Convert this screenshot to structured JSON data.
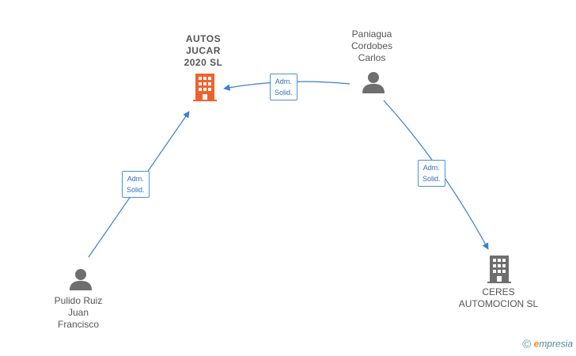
{
  "nodes": {
    "autos_jucar": {
      "label": "AUTOS\nJUCAR\n2020  SL",
      "type": "company",
      "highlight": true
    },
    "paniagua": {
      "label": "Paniagua\nCordobes\nCarlos",
      "type": "person"
    },
    "ceres": {
      "label": "CERES\nAUTOMOCION SL",
      "type": "company"
    },
    "pulido": {
      "label": "Pulido Ruiz\nJuan\nFrancisco",
      "type": "person"
    }
  },
  "edges": [
    {
      "from": "paniagua",
      "to": "autos_jucar",
      "label": "Adm.\nSolid."
    },
    {
      "from": "paniagua",
      "to": "ceres",
      "label": "Adm.\nSolid."
    },
    {
      "from": "pulido",
      "to": "autos_jucar",
      "label": "Adm.\nSolid."
    }
  ],
  "colors": {
    "edge": "#3a7fd0",
    "company_highlight": "#f0622c",
    "company": "#6e6e6e",
    "person": "#6e6e6e"
  },
  "icons": {
    "company": "building-icon",
    "person": "person-icon",
    "brand": "copyright-icon"
  },
  "brand": {
    "symbol": "©",
    "initial": "e",
    "rest": "mpresia"
  }
}
